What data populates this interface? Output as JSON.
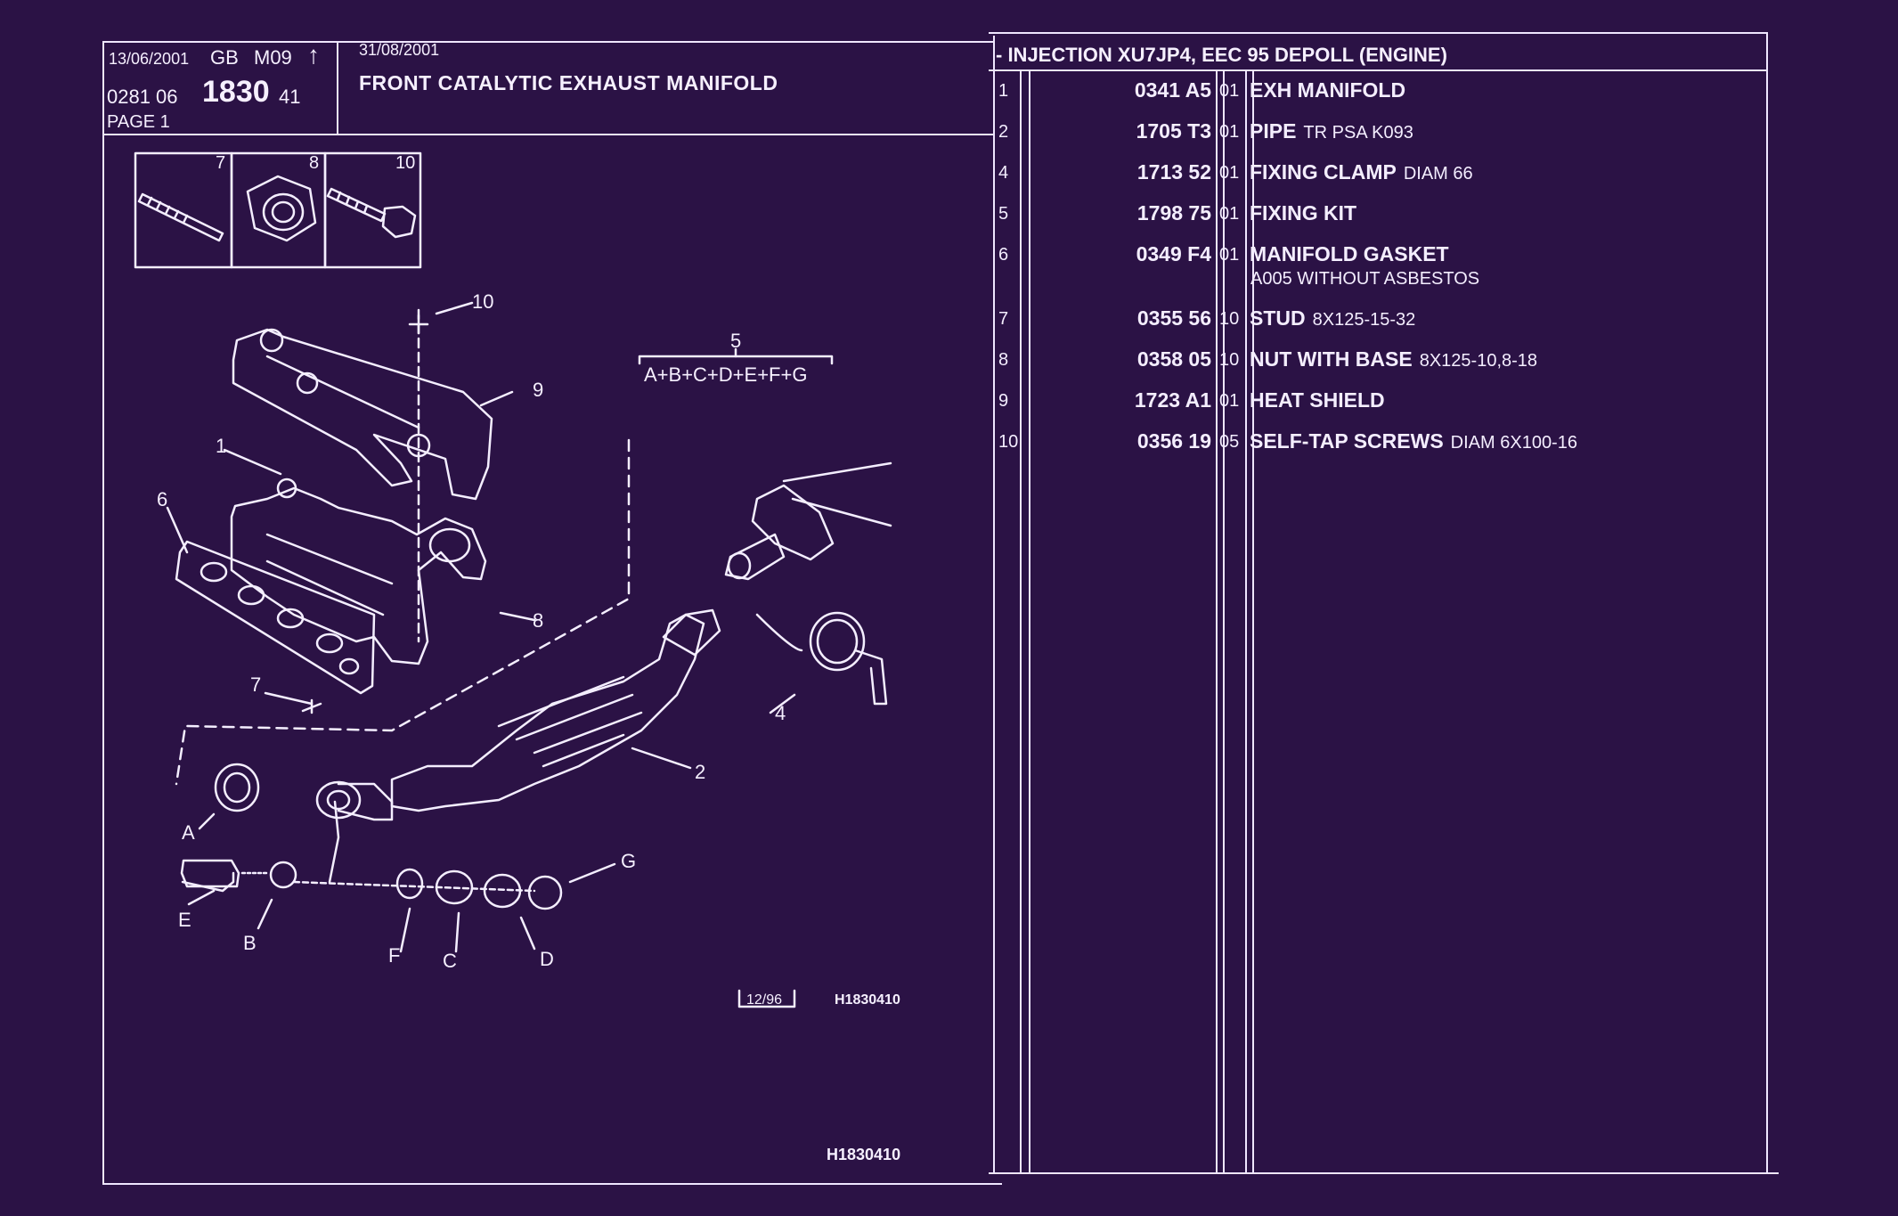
{
  "header": {
    "date1": "13/06/2001",
    "lang": "GB",
    "model": "M09",
    "arrow": "↑",
    "code_prefix": "0281 06",
    "code_main": "1830",
    "code_suffix": "41",
    "page_label": "PAGE 1",
    "date2": "31/08/2001",
    "title": "FRONT CATALYTIC EXHAUST MANIFOLD",
    "section_title": "- INJECTION XU7JP4, EEC 95 DEPOLL (ENGINE)"
  },
  "diagram": {
    "thumb_labels": [
      "7",
      "8",
      "10"
    ],
    "callouts": {
      "c1": "1",
      "c2": "2",
      "c4": "4",
      "c5": "5",
      "c6": "6",
      "c7": "7",
      "c8": "8",
      "c9": "9",
      "c10": "10",
      "cA": "A",
      "cB": "B",
      "cC": "C",
      "cD": "D",
      "cE": "E",
      "cF": "F",
      "cG": "G"
    },
    "formula": "A+B+C+D+E+F+G",
    "stamp_date": "12/96",
    "drawing_ref": "H1830410",
    "footer_ref": "H1830410"
  },
  "parts": [
    {
      "num": "1",
      "ref": "0341 A5",
      "qty": "01",
      "name": "EXH MANIFOLD",
      "extra": "",
      "line2": ""
    },
    {
      "num": "2",
      "ref": "1705 T3",
      "qty": "01",
      "name": "PIPE",
      "extra": "TR PSA K093",
      "line2": ""
    },
    {
      "num": "4",
      "ref": "1713 52",
      "qty": "01",
      "name": "FIXING CLAMP",
      "extra": "DIAM 66",
      "line2": ""
    },
    {
      "num": "5",
      "ref": "1798 75",
      "qty": "01",
      "name": "FIXING KIT",
      "extra": "",
      "line2": ""
    },
    {
      "num": "6",
      "ref": "0349 F4",
      "qty": "01",
      "name": "MANIFOLD GASKET",
      "extra": "",
      "line2": "A005 WITHOUT ASBESTOS"
    },
    {
      "num": "7",
      "ref": "0355 56",
      "qty": "10",
      "name": "STUD",
      "extra": "8X125-15-32",
      "line2": ""
    },
    {
      "num": "8",
      "ref": "0358 05",
      "qty": "10",
      "name": "NUT WITH BASE",
      "extra": "8X125-10,8-18",
      "line2": ""
    },
    {
      "num": "9",
      "ref": "1723 A1",
      "qty": "01",
      "name": "HEAT SHIELD",
      "extra": "",
      "line2": ""
    },
    {
      "num": "10",
      "ref": "0356 19",
      "qty": "05",
      "name": "SELF-TAP SCREWS",
      "extra": "DIAM 6X100-16",
      "line2": ""
    }
  ]
}
